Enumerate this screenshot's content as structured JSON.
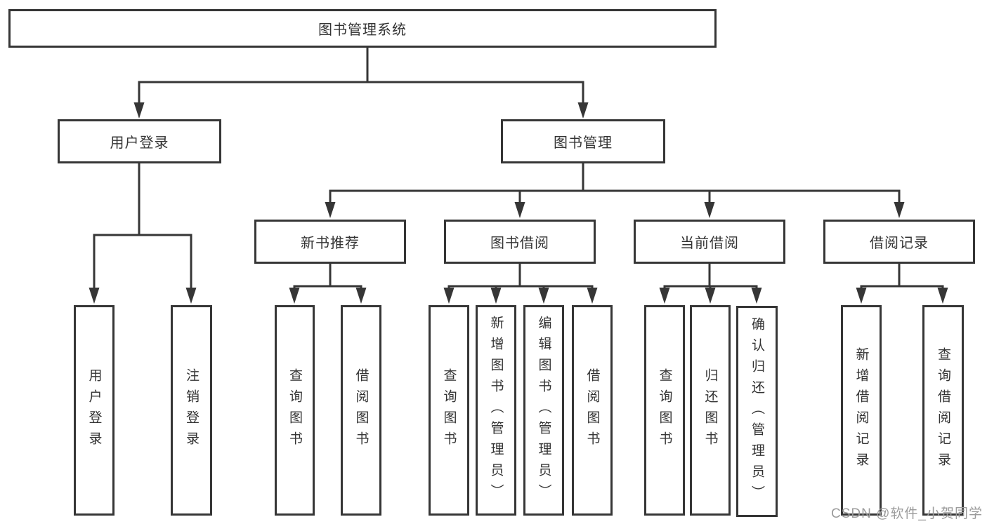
{
  "tree": {
    "label": "图书管理系统",
    "children": [
      {
        "label": "用户登录",
        "children": [
          {
            "label": "用户登录"
          },
          {
            "label": "注销登录"
          }
        ]
      },
      {
        "label": "图书管理",
        "children": [
          {
            "label": "新书推荐",
            "children": [
              {
                "label": "查询图书"
              },
              {
                "label": "借阅图书"
              }
            ]
          },
          {
            "label": "图书借阅",
            "children": [
              {
                "label": "查询图书"
              },
              {
                "label": "新增图书（管理员）"
              },
              {
                "label": "编辑图书（管理员）"
              },
              {
                "label": "借阅图书"
              }
            ]
          },
          {
            "label": "当前借阅",
            "children": [
              {
                "label": "查询图书"
              },
              {
                "label": "归还图书"
              },
              {
                "label": "确认归还（管理员）"
              }
            ]
          },
          {
            "label": "借阅记录",
            "children": [
              {
                "label": "新增借阅记录"
              },
              {
                "label": "查询借阅记录"
              }
            ]
          }
        ]
      }
    ]
  },
  "watermark": {
    "text": "CSDN @软件_小贺同学"
  },
  "colors": {
    "line": "#363636",
    "text": "#333333",
    "watermark": "#9b9b9b",
    "background": "#ffffff"
  }
}
